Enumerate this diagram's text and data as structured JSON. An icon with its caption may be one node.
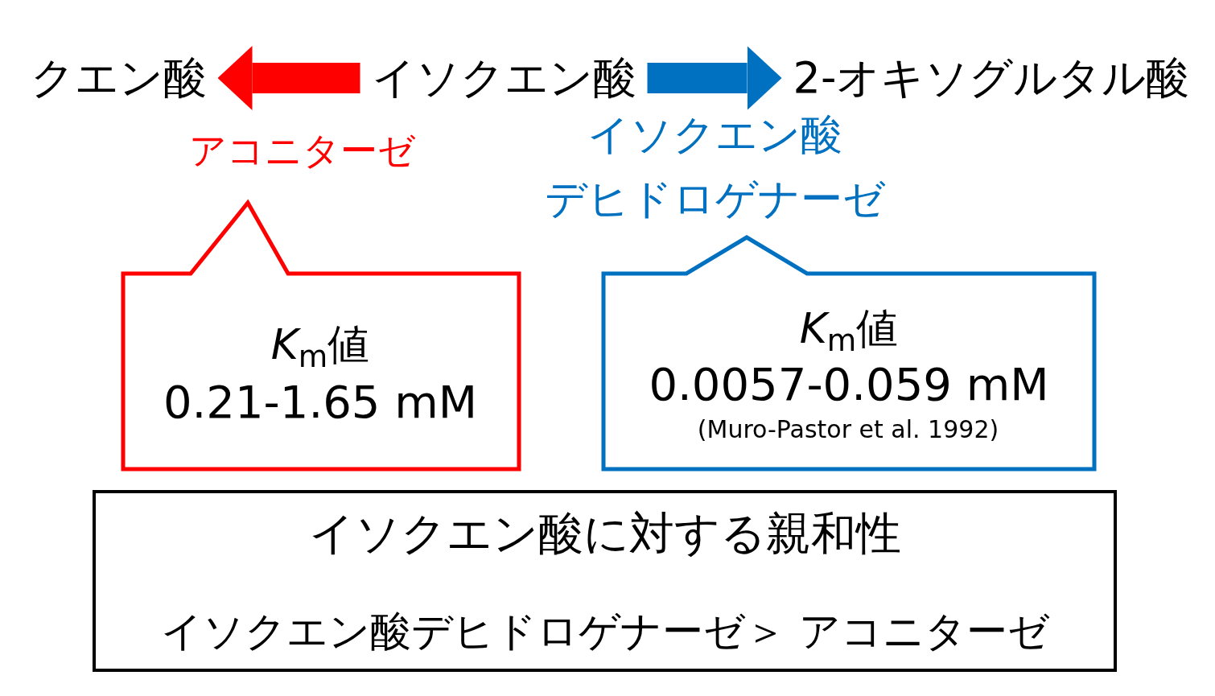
{
  "diagram": {
    "nodes": [
      {
        "text": [
          "クエン酸"
        ]
      },
      {
        "text": [
          "イソクエン酸"
        ]
      },
      {
        "text": [
          "2-オキソグルタル酸"
        ]
      },
      {
        "text": [
          "*K*$_{m}$値",
          "0.21-1.65 mM"
        ]
      },
      {
        "text": [
          "*K*$_{m}$値",
          "0.0057-0.059 mM",
          "(Muro-Pastor et al. 1992)"
        ]
      },
      {
        "text": [
          "イソクエン酸に対する親和性",
          "イソクエン酸デヒドロゲナーゼ＞ アコニターゼ"
        ]
      }
    ],
    "edges": [
      {
        "from": 1,
        "to": 0,
        "arrow": "to",
        "label": "アコニターゼ",
        "color": "#ff0000"
      },
      {
        "from": 1,
        "to": 2,
        "arrow": "to",
        "label": "イソクエン酸デヒドロゲナーゼ",
        "color": "#0070c0"
      }
    ]
  }
}
